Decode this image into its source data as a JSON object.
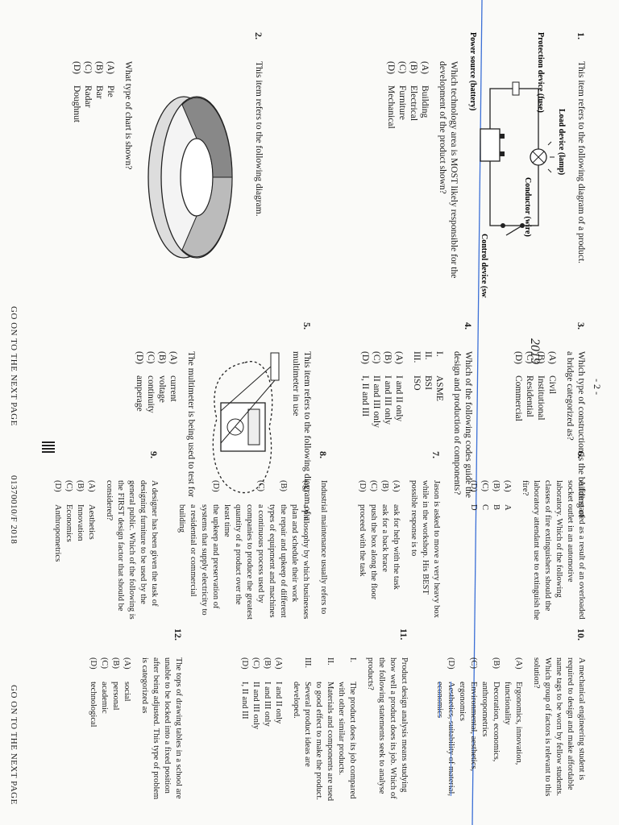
{
  "header": {
    "page_number": "- 2 -",
    "year_note": "2019"
  },
  "footer": {
    "left": "GO ON TO THE NEXT PAGE",
    "code": "01370010/F 2018",
    "right": "GO ON TO THE NEXT PAGE"
  },
  "questions": [
    {
      "num": "1.",
      "text": "This item refers to the following diagram of a product.",
      "diagram_labels": {
        "load": "Load device (lamp)",
        "conductor": "Conductor (wire)",
        "protection": "Protection device (fuse)",
        "control": "Control device (switch)",
        "power": "Power source (battery)"
      },
      "text2": "Which technology area is MOST likely responsible for the development of the product shown?",
      "options": [
        {
          "label": "(A)",
          "text": "Building"
        },
        {
          "label": "(B)",
          "text": "Electrical"
        },
        {
          "label": "(C)",
          "text": "Furniture"
        },
        {
          "label": "(D)",
          "text": "Mechanical"
        }
      ]
    },
    {
      "num": "2.",
      "text": "This item refers to the following diagram.",
      "text2": "What type of chart is shown?",
      "options": [
        {
          "label": "(A)",
          "text": "Pie"
        },
        {
          "label": "(B)",
          "text": "Bar"
        },
        {
          "label": "(C)",
          "text": "Radar"
        },
        {
          "label": "(D)",
          "text": "Doughnut"
        }
      ]
    },
    {
      "num": "3.",
      "text": "Which type of construction is the building of a bridge categorized as?",
      "options": [
        {
          "label": "(A)",
          "text": "Civil"
        },
        {
          "label": "(B)",
          "text": "Institutional"
        },
        {
          "label": "(C)",
          "text": "Residential"
        },
        {
          "label": "(D)",
          "text": "Commercial"
        }
      ]
    },
    {
      "num": "4.",
      "text": "Which of the following codes guide the design and production of components?",
      "statements": [
        {
          "label": "I.",
          "text": "ASME"
        },
        {
          "label": "II.",
          "text": "BSI"
        },
        {
          "label": "III.",
          "text": "ISO"
        }
      ],
      "options": [
        {
          "label": "(A)",
          "text": "I and II only"
        },
        {
          "label": "(B)",
          "text": "I and III only"
        },
        {
          "label": "(C)",
          "text": "II and III only"
        },
        {
          "label": "(D)",
          "text": "I, II and III"
        }
      ]
    },
    {
      "num": "5.",
      "text": "This item refers to the following diagram of a multimeter in use",
      "text2": "The multimeter is being used to test for",
      "options": [
        {
          "label": "(A)",
          "text": "current"
        },
        {
          "label": "(B)",
          "text": "voltage"
        },
        {
          "label": "(C)",
          "text": "continuity"
        },
        {
          "label": "(D)",
          "text": "amperage"
        }
      ]
    },
    {
      "num": "6.",
      "text": "A fire started as a result of an overloaded socket outlet in an automotive laboratory. Which of the following classes of fire extinguishers should the laboratory attendant use to extinguish the fire?",
      "options": [
        {
          "label": "(A)",
          "text": "A"
        },
        {
          "label": "(B)",
          "text": "B"
        },
        {
          "label": "(C)",
          "text": "C"
        },
        {
          "label": "(D)",
          "text": "D"
        }
      ]
    },
    {
      "num": "7.",
      "text": "Jason is asked to move a very heavy box while in the workshop. His BEST possible response is to",
      "options": [
        {
          "label": "(A)",
          "text": "ask for help with the task"
        },
        {
          "label": "(B)",
          "text": "ask for a back brace"
        },
        {
          "label": "(C)",
          "text": "push the box along the floor"
        },
        {
          "label": "(D)",
          "text": "proceed with the task"
        }
      ]
    },
    {
      "num": "8.",
      "text": "Industrial maintenance usually refers to",
      "options": [
        {
          "label": "(A)",
          "text": "a philosophy by which businesses plan and schedule their work"
        },
        {
          "label": "(B)",
          "text": "the repair and upkeep of different types of equipment and machines"
        },
        {
          "label": "(C)",
          "text": "a continuous process used by companies to produce the greatest quantity of a product over the least time"
        },
        {
          "label": "(D)",
          "text": "the upkeep and preservation of systems that supply electricity to a residential or commercial building"
        }
      ]
    },
    {
      "num": "9.",
      "text": "A designer has been given the task of designing furniture to be used by the general public. Which of the following is the FIRST design factor that should be considered?",
      "options": [
        {
          "label": "(A)",
          "text": "Aesthetics"
        },
        {
          "label": "(B)",
          "text": "Innovation"
        },
        {
          "label": "(C)",
          "text": "Economics"
        },
        {
          "label": "(D)",
          "text": "Anthropometrics"
        }
      ]
    },
    {
      "num": "10.",
      "text": "A mechanical engineering student is required to design and make affordable name tags to be worn by fellow students. Which group of factors is relevant to this solution?",
      "options": [
        {
          "label": "(A)",
          "text": "Ergonomics, innovation, functionality"
        },
        {
          "label": "(B)",
          "text": "Decoration, economics, anthropometrics"
        },
        {
          "label": "(C)",
          "text": "Environmental, aesthetics, ergonomics"
        },
        {
          "label": "(D)",
          "text": "Aesthetics, suitability of material, economics"
        }
      ]
    },
    {
      "num": "11.",
      "text": "Product design analysis means studying how well a product does its job. Which of the following statements seek to analyse products?",
      "statements": [
        {
          "label": "I.",
          "text": "The product does its job compared with other similar products."
        },
        {
          "label": "II.",
          "text": "Materials and components are used to good effect to make the product."
        },
        {
          "label": "III.",
          "text": "Several product ideas are developed."
        }
      ],
      "options": [
        {
          "label": "(A)",
          "text": "I and II only"
        },
        {
          "label": "(B)",
          "text": "I and III only"
        },
        {
          "label": "(C)",
          "text": "II and III only"
        },
        {
          "label": "(D)",
          "text": "I, II and III"
        }
      ]
    },
    {
      "num": "12.",
      "text": "The tops of drawing tables in a school are unable to be locked into a fixed position after being adjusted. This type of problem is categorized as",
      "options": [
        {
          "label": "(A)",
          "text": "social"
        },
        {
          "label": "(B)",
          "text": "personal"
        },
        {
          "label": "(C)",
          "text": "academic"
        },
        {
          "label": "(D)",
          "text": "technological"
        }
      ]
    }
  ]
}
